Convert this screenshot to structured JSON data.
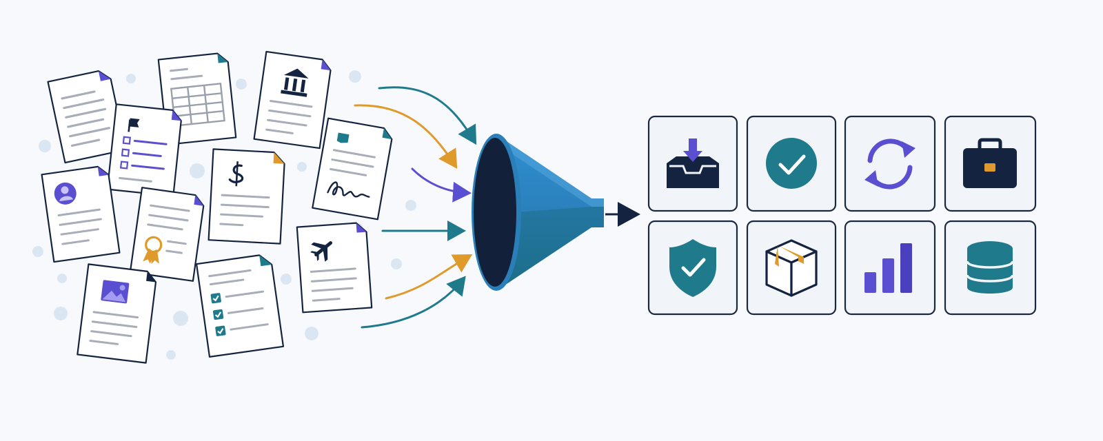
{
  "colors": {
    "navy": "#142340",
    "teal": "#1f7a8c",
    "blue": "#2e86c1",
    "purple": "#5b4fd1",
    "orange": "#e09a2b",
    "dot": "#dbe6f3",
    "paper": "#ffffff",
    "line": "#a8adb8",
    "tile_bg": "#f1f4f9"
  },
  "documents": [
    {
      "name": "text",
      "icon": "none"
    },
    {
      "name": "spreadsheet",
      "icon": "table-icon"
    },
    {
      "name": "checklist-form",
      "icon": "flag-icon"
    },
    {
      "name": "bank",
      "icon": "bank-icon"
    },
    {
      "name": "signed-contract",
      "icon": "signature-icon"
    },
    {
      "name": "profile",
      "icon": "user-avatar-icon"
    },
    {
      "name": "invoice",
      "icon": "dollar-icon"
    },
    {
      "name": "certificate",
      "icon": "award-ribbon-icon"
    },
    {
      "name": "image",
      "icon": "image-icon"
    },
    {
      "name": "task-list",
      "icon": "checkbox-icon"
    },
    {
      "name": "travel",
      "icon": "airplane-icon"
    }
  ],
  "outputs": [
    {
      "name": "inbox",
      "icon": "inbox-download-icon"
    },
    {
      "name": "verified",
      "icon": "check-circle-icon"
    },
    {
      "name": "sync",
      "icon": "refresh-icon"
    },
    {
      "name": "business",
      "icon": "briefcase-icon"
    },
    {
      "name": "security",
      "icon": "shield-check-icon"
    },
    {
      "name": "package",
      "icon": "box-icon"
    },
    {
      "name": "analytics",
      "icon": "bar-chart-icon"
    },
    {
      "name": "storage",
      "icon": "database-icon"
    }
  ],
  "funnel": {
    "icon": "funnel-icon"
  }
}
